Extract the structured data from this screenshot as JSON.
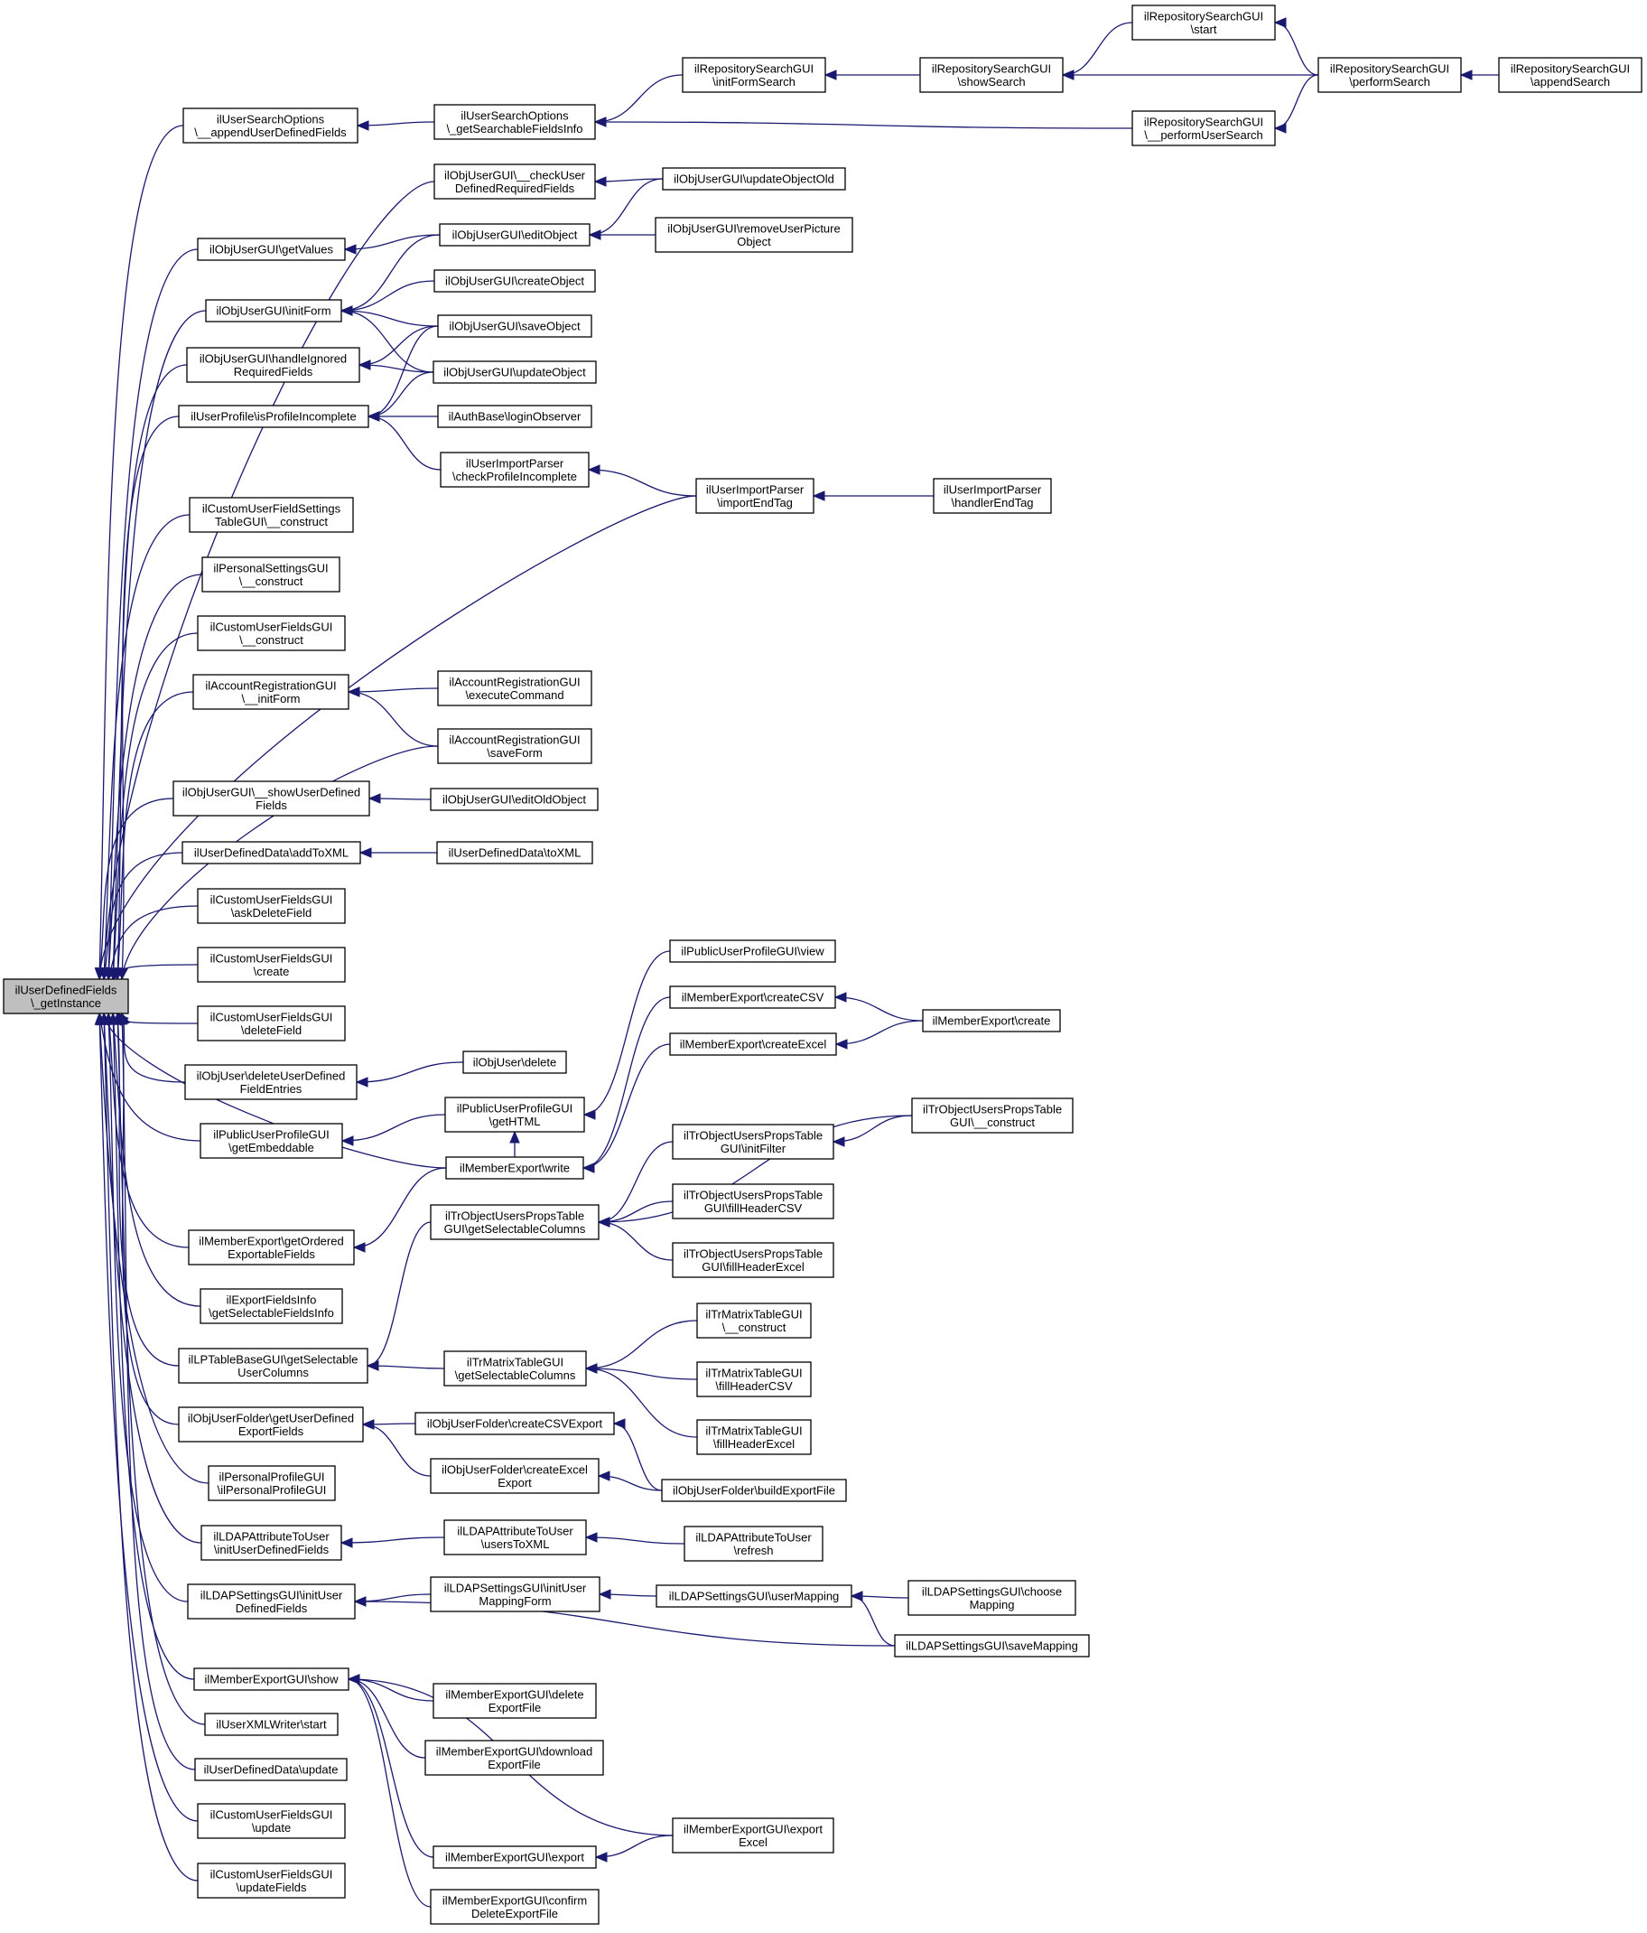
{
  "nodes": [
    {
      "id": "root",
      "lines": [
        "ilUserDefinedFields",
        "\\_getInstance"
      ],
      "root": true
    },
    {
      "id": "uso_append",
      "lines": [
        "ilUserSearchOptions",
        "\\__appendUserDefinedFields"
      ]
    },
    {
      "id": "uso_getsearch",
      "lines": [
        "ilUserSearchOptions",
        "\\_getSearchableFieldsInfo"
      ]
    },
    {
      "id": "rs_init",
      "lines": [
        "ilRepositorySearchGUI",
        "\\initFormSearch"
      ]
    },
    {
      "id": "rs_show",
      "lines": [
        "ilRepositorySearchGUI",
        "\\showSearch"
      ]
    },
    {
      "id": "rs_start",
      "lines": [
        "ilRepositorySearchGUI",
        "\\start"
      ]
    },
    {
      "id": "rs_perform",
      "lines": [
        "ilRepositorySearchGUI",
        "\\performSearch"
      ]
    },
    {
      "id": "rs_append",
      "lines": [
        "ilRepositorySearchGUI",
        "\\appendSearch"
      ]
    },
    {
      "id": "rs_perfuser",
      "lines": [
        "ilRepositorySearchGUI",
        "\\__performUserSearch"
      ]
    },
    {
      "id": "ou_check",
      "lines": [
        "ilObjUserGUI\\__checkUser",
        "DefinedRequiredFields"
      ]
    },
    {
      "id": "ou_updold",
      "lines": [
        "ilObjUserGUI\\updateObjectOld"
      ]
    },
    {
      "id": "ou_getvalues",
      "lines": [
        "ilObjUserGUI\\getValues"
      ]
    },
    {
      "id": "ou_edit",
      "lines": [
        "ilObjUserGUI\\editObject"
      ]
    },
    {
      "id": "ou_removepic",
      "lines": [
        "ilObjUserGUI\\removeUserPicture",
        "Object"
      ]
    },
    {
      "id": "ou_initform",
      "lines": [
        "ilObjUserGUI\\initForm"
      ]
    },
    {
      "id": "ou_create",
      "lines": [
        "ilObjUserGUI\\createObject"
      ]
    },
    {
      "id": "ou_save",
      "lines": [
        "ilObjUserGUI\\saveObject"
      ]
    },
    {
      "id": "ou_handle",
      "lines": [
        "ilObjUserGUI\\handleIgnored",
        "RequiredFields"
      ]
    },
    {
      "id": "ou_update",
      "lines": [
        "ilObjUserGUI\\updateObject"
      ]
    },
    {
      "id": "up_incomplete",
      "lines": [
        "ilUserProfile\\isProfileIncomplete"
      ]
    },
    {
      "id": "ab_login",
      "lines": [
        "ilAuthBase\\loginObserver"
      ]
    },
    {
      "id": "uip_check",
      "lines": [
        "ilUserImportParser",
        "\\checkProfileIncomplete"
      ]
    },
    {
      "id": "uip_import",
      "lines": [
        "ilUserImportParser",
        "\\importEndTag"
      ]
    },
    {
      "id": "uip_handler",
      "lines": [
        "ilUserImportParser",
        "\\handlerEndTag"
      ]
    },
    {
      "id": "cufst",
      "lines": [
        "ilCustomUserFieldSettings",
        "TableGUI\\__construct"
      ]
    },
    {
      "id": "ps_construct",
      "lines": [
        "ilPersonalSettingsGUI",
        "\\__construct"
      ]
    },
    {
      "id": "cuf_construct",
      "lines": [
        "ilCustomUserFieldsGUI",
        "\\__construct"
      ]
    },
    {
      "id": "ar_initform",
      "lines": [
        "ilAccountRegistrationGUI",
        "\\__initForm"
      ]
    },
    {
      "id": "ar_exec",
      "lines": [
        "ilAccountRegistrationGUI",
        "\\executeCommand"
      ]
    },
    {
      "id": "ar_save",
      "lines": [
        "ilAccountRegistrationGUI",
        "\\saveForm"
      ]
    },
    {
      "id": "ou_showudf",
      "lines": [
        "ilObjUserGUI\\__showUserDefined",
        "Fields"
      ]
    },
    {
      "id": "ou_editold",
      "lines": [
        "ilObjUserGUI\\editOldObject"
      ]
    },
    {
      "id": "udd_addxml",
      "lines": [
        "ilUserDefinedData\\addToXML"
      ]
    },
    {
      "id": "udd_toxml",
      "lines": [
        "ilUserDefinedData\\toXML"
      ]
    },
    {
      "id": "cuf_askdel",
      "lines": [
        "ilCustomUserFieldsGUI",
        "\\askDeleteField"
      ]
    },
    {
      "id": "cuf_create",
      "lines": [
        "ilCustomUserFieldsGUI",
        "\\create"
      ]
    },
    {
      "id": "cuf_delete",
      "lines": [
        "ilCustomUserFieldsGUI",
        "\\deleteField"
      ]
    },
    {
      "id": "ou_deludf",
      "lines": [
        "ilObjUser\\deleteUserDefined",
        "FieldEntries"
      ]
    },
    {
      "id": "ou_delete",
      "lines": [
        "ilObjUser\\delete"
      ]
    },
    {
      "id": "pup_embed",
      "lines": [
        "ilPublicUserProfileGUI",
        "\\getEmbeddable"
      ]
    },
    {
      "id": "pup_gethtml",
      "lines": [
        "ilPublicUserProfileGUI",
        "\\getHTML"
      ]
    },
    {
      "id": "pup_view",
      "lines": [
        "ilPublicUserProfileGUI\\view"
      ]
    },
    {
      "id": "me_write",
      "lines": [
        "ilMemberExport\\write"
      ]
    },
    {
      "id": "me_csv",
      "lines": [
        "ilMemberExport\\createCSV"
      ]
    },
    {
      "id": "me_excel",
      "lines": [
        "ilMemberExport\\createExcel"
      ]
    },
    {
      "id": "me_create",
      "lines": [
        "ilMemberExport\\create"
      ]
    },
    {
      "id": "me_getordered",
      "lines": [
        "ilMemberExport\\getOrdered",
        "ExportableFields"
      ]
    },
    {
      "id": "tr_getsel",
      "lines": [
        "ilTrObjectUsersPropsTable",
        "GUI\\getSelectableColumns"
      ]
    },
    {
      "id": "tr_initfilter",
      "lines": [
        "ilTrObjectUsersPropsTable",
        "GUI\\initFilter"
      ]
    },
    {
      "id": "tr_construct",
      "lines": [
        "ilTrObjectUsersPropsTable",
        "GUI\\__construct"
      ]
    },
    {
      "id": "tr_fillcsv",
      "lines": [
        "ilTrObjectUsersPropsTable",
        "GUI\\fillHeaderCSV"
      ]
    },
    {
      "id": "tr_fillexcel",
      "lines": [
        "ilTrObjectUsersPropsTable",
        "GUI\\fillHeaderExcel"
      ]
    },
    {
      "id": "ef_getsel",
      "lines": [
        "ilExportFieldsInfo",
        "\\getSelectableFieldsInfo"
      ]
    },
    {
      "id": "lptb_getsel",
      "lines": [
        "ilLPTableBaseGUI\\getSelectable",
        "UserColumns"
      ]
    },
    {
      "id": "trm_getsel",
      "lines": [
        "ilTrMatrixTableGUI",
        "\\getSelectableColumns"
      ]
    },
    {
      "id": "trm_construct",
      "lines": [
        "ilTrMatrixTableGUI",
        "\\__construct"
      ]
    },
    {
      "id": "trm_fillcsv",
      "lines": [
        "ilTrMatrixTableGUI",
        "\\fillHeaderCSV"
      ]
    },
    {
      "id": "trm_fillexcel",
      "lines": [
        "ilTrMatrixTableGUI",
        "\\fillHeaderExcel"
      ]
    },
    {
      "id": "uf_getudf",
      "lines": [
        "ilObjUserFolder\\getUserDefined",
        "ExportFields"
      ]
    },
    {
      "id": "uf_csvexport",
      "lines": [
        "ilObjUserFolder\\createCSVExport"
      ]
    },
    {
      "id": "uf_excelexport",
      "lines": [
        "ilObjUserFolder\\createExcel",
        "Export"
      ]
    },
    {
      "id": "uf_build",
      "lines": [
        "ilObjUserFolder\\buildExportFile"
      ]
    },
    {
      "id": "pp_construct",
      "lines": [
        "ilPersonalProfileGUI",
        "\\ilPersonalProfileGUI"
      ]
    },
    {
      "id": "ldap_initudf",
      "lines": [
        "ilLDAPAttributeToUser",
        "\\initUserDefinedFields"
      ]
    },
    {
      "id": "ldap_usersxml",
      "lines": [
        "ilLDAPAttributeToUser",
        "\\usersToXML"
      ]
    },
    {
      "id": "ldap_refresh",
      "lines": [
        "ilLDAPAttributeToUser",
        "\\refresh"
      ]
    },
    {
      "id": "ldaps_initudf",
      "lines": [
        "ilLDAPSettingsGUI\\initUser",
        "DefinedFields"
      ]
    },
    {
      "id": "ldaps_initmap",
      "lines": [
        "ilLDAPSettingsGUI\\initUser",
        "MappingForm"
      ]
    },
    {
      "id": "ldaps_usermap",
      "lines": [
        "ilLDAPSettingsGUI\\userMapping"
      ]
    },
    {
      "id": "ldaps_choose",
      "lines": [
        "ilLDAPSettingsGUI\\choose",
        "Mapping"
      ]
    },
    {
      "id": "ldaps_save",
      "lines": [
        "ilLDAPSettingsGUI\\saveMapping"
      ]
    },
    {
      "id": "meg_show",
      "lines": [
        "ilMemberExportGUI\\show"
      ]
    },
    {
      "id": "meg_delete",
      "lines": [
        "ilMemberExportGUI\\delete",
        "ExportFile"
      ]
    },
    {
      "id": "meg_download",
      "lines": [
        "ilMemberExportGUI\\download",
        "ExportFile"
      ]
    },
    {
      "id": "meg_exportexcel",
      "lines": [
        "ilMemberExportGUI\\export",
        "Excel"
      ]
    },
    {
      "id": "meg_export",
      "lines": [
        "ilMemberExportGUI\\export"
      ]
    },
    {
      "id": "meg_confirm",
      "lines": [
        "ilMemberExportGUI\\confirm",
        "DeleteExportFile"
      ]
    },
    {
      "id": "uxw_start",
      "lines": [
        "ilUserXMLWriter\\start"
      ]
    },
    {
      "id": "udd_update",
      "lines": [
        "ilUserDefinedData\\update"
      ]
    },
    {
      "id": "cuf_update",
      "lines": [
        "ilCustomUserFieldsGUI",
        "\\update"
      ]
    },
    {
      "id": "cuf_updatefields",
      "lines": [
        "ilCustomUserFieldsGUI",
        "\\updateFields"
      ]
    }
  ],
  "edges": [
    [
      "uso_append",
      "root"
    ],
    [
      "ou_check",
      "root"
    ],
    [
      "ou_getvalues",
      "root"
    ],
    [
      "ou_initform",
      "root"
    ],
    [
      "ou_handle",
      "root"
    ],
    [
      "up_incomplete",
      "root"
    ],
    [
      "uip_import",
      "root"
    ],
    [
      "cufst",
      "root"
    ],
    [
      "ps_construct",
      "root"
    ],
    [
      "cuf_construct",
      "root"
    ],
    [
      "ar_initform",
      "root"
    ],
    [
      "ar_save",
      "root"
    ],
    [
      "ou_showudf",
      "root"
    ],
    [
      "udd_addxml",
      "root"
    ],
    [
      "cuf_askdel",
      "root"
    ],
    [
      "cuf_create",
      "root"
    ],
    [
      "cuf_delete",
      "root"
    ],
    [
      "ou_deludf",
      "root"
    ],
    [
      "pup_embed",
      "root"
    ],
    [
      "me_write",
      "root"
    ],
    [
      "me_getordered",
      "root"
    ],
    [
      "ef_getsel",
      "root"
    ],
    [
      "lptb_getsel",
      "root"
    ],
    [
      "uf_getudf",
      "root"
    ],
    [
      "pp_construct",
      "root"
    ],
    [
      "ldap_initudf",
      "root"
    ],
    [
      "ldaps_initudf",
      "root"
    ],
    [
      "meg_show",
      "root"
    ],
    [
      "uxw_start",
      "root"
    ],
    [
      "udd_update",
      "root"
    ],
    [
      "cuf_update",
      "root"
    ],
    [
      "cuf_updatefields",
      "root"
    ],
    [
      "uso_getsearch",
      "uso_append"
    ],
    [
      "rs_init",
      "uso_getsearch"
    ],
    [
      "rs_perfuser",
      "uso_getsearch"
    ],
    [
      "rs_show",
      "rs_init"
    ],
    [
      "rs_start",
      "rs_show"
    ],
    [
      "rs_perform",
      "rs_show"
    ],
    [
      "rs_perform",
      "rs_start"
    ],
    [
      "rs_append",
      "rs_perform"
    ],
    [
      "rs_perform",
      "rs_perfuser"
    ],
    [
      "ou_updold",
      "ou_check"
    ],
    [
      "ou_edit",
      "ou_getvalues"
    ],
    [
      "ou_updold",
      "ou_edit"
    ],
    [
      "ou_removepic",
      "ou_edit"
    ],
    [
      "ou_edit",
      "ou_initform"
    ],
    [
      "ou_create",
      "ou_initform"
    ],
    [
      "ou_save",
      "ou_initform"
    ],
    [
      "ou_update",
      "ou_initform"
    ],
    [
      "ou_save",
      "ou_handle"
    ],
    [
      "ou_update",
      "ou_handle"
    ],
    [
      "ou_save",
      "up_incomplete"
    ],
    [
      "ou_update",
      "up_incomplete"
    ],
    [
      "ab_login",
      "up_incomplete"
    ],
    [
      "uip_check",
      "up_incomplete"
    ],
    [
      "uip_import",
      "uip_check"
    ],
    [
      "uip_handler",
      "uip_import"
    ],
    [
      "ar_exec",
      "ar_initform"
    ],
    [
      "ar_save",
      "ar_initform"
    ],
    [
      "ou_editold",
      "ou_showudf"
    ],
    [
      "udd_toxml",
      "udd_addxml"
    ],
    [
      "ou_delete",
      "ou_deludf"
    ],
    [
      "pup_gethtml",
      "pup_embed"
    ],
    [
      "pup_view",
      "pup_gethtml"
    ],
    [
      "me_write",
      "pup_gethtml"
    ],
    [
      "me_csv",
      "me_write"
    ],
    [
      "me_excel",
      "me_write"
    ],
    [
      "me_create",
      "me_csv"
    ],
    [
      "me_create",
      "me_excel"
    ],
    [
      "me_write",
      "me_getordered"
    ],
    [
      "tr_getsel",
      "lptb_getsel"
    ],
    [
      "tr_initfilter",
      "tr_getsel"
    ],
    [
      "tr_construct",
      "tr_getsel"
    ],
    [
      "tr_fillcsv",
      "tr_getsel"
    ],
    [
      "tr_fillexcel",
      "tr_getsel"
    ],
    [
      "tr_construct",
      "tr_initfilter"
    ],
    [
      "trm_getsel",
      "lptb_getsel"
    ],
    [
      "trm_construct",
      "trm_getsel"
    ],
    [
      "trm_fillcsv",
      "trm_getsel"
    ],
    [
      "trm_fillexcel",
      "trm_getsel"
    ],
    [
      "uf_csvexport",
      "uf_getudf"
    ],
    [
      "uf_excelexport",
      "uf_getudf"
    ],
    [
      "uf_build",
      "uf_csvexport"
    ],
    [
      "uf_build",
      "uf_excelexport"
    ],
    [
      "ldap_usersxml",
      "ldap_initudf"
    ],
    [
      "ldap_refresh",
      "ldap_usersxml"
    ],
    [
      "ldaps_initmap",
      "ldaps_initudf"
    ],
    [
      "ldaps_save",
      "ldaps_initudf"
    ],
    [
      "ldaps_usermap",
      "ldaps_initmap"
    ],
    [
      "ldaps_choose",
      "ldaps_usermap"
    ],
    [
      "ldaps_save",
      "ldaps_usermap"
    ],
    [
      "meg_delete",
      "meg_show"
    ],
    [
      "meg_download",
      "meg_show"
    ],
    [
      "meg_exportexcel",
      "meg_show"
    ],
    [
      "meg_export",
      "meg_show"
    ],
    [
      "meg_confirm",
      "meg_show"
    ],
    [
      "meg_exportexcel",
      "meg_export"
    ]
  ]
}
